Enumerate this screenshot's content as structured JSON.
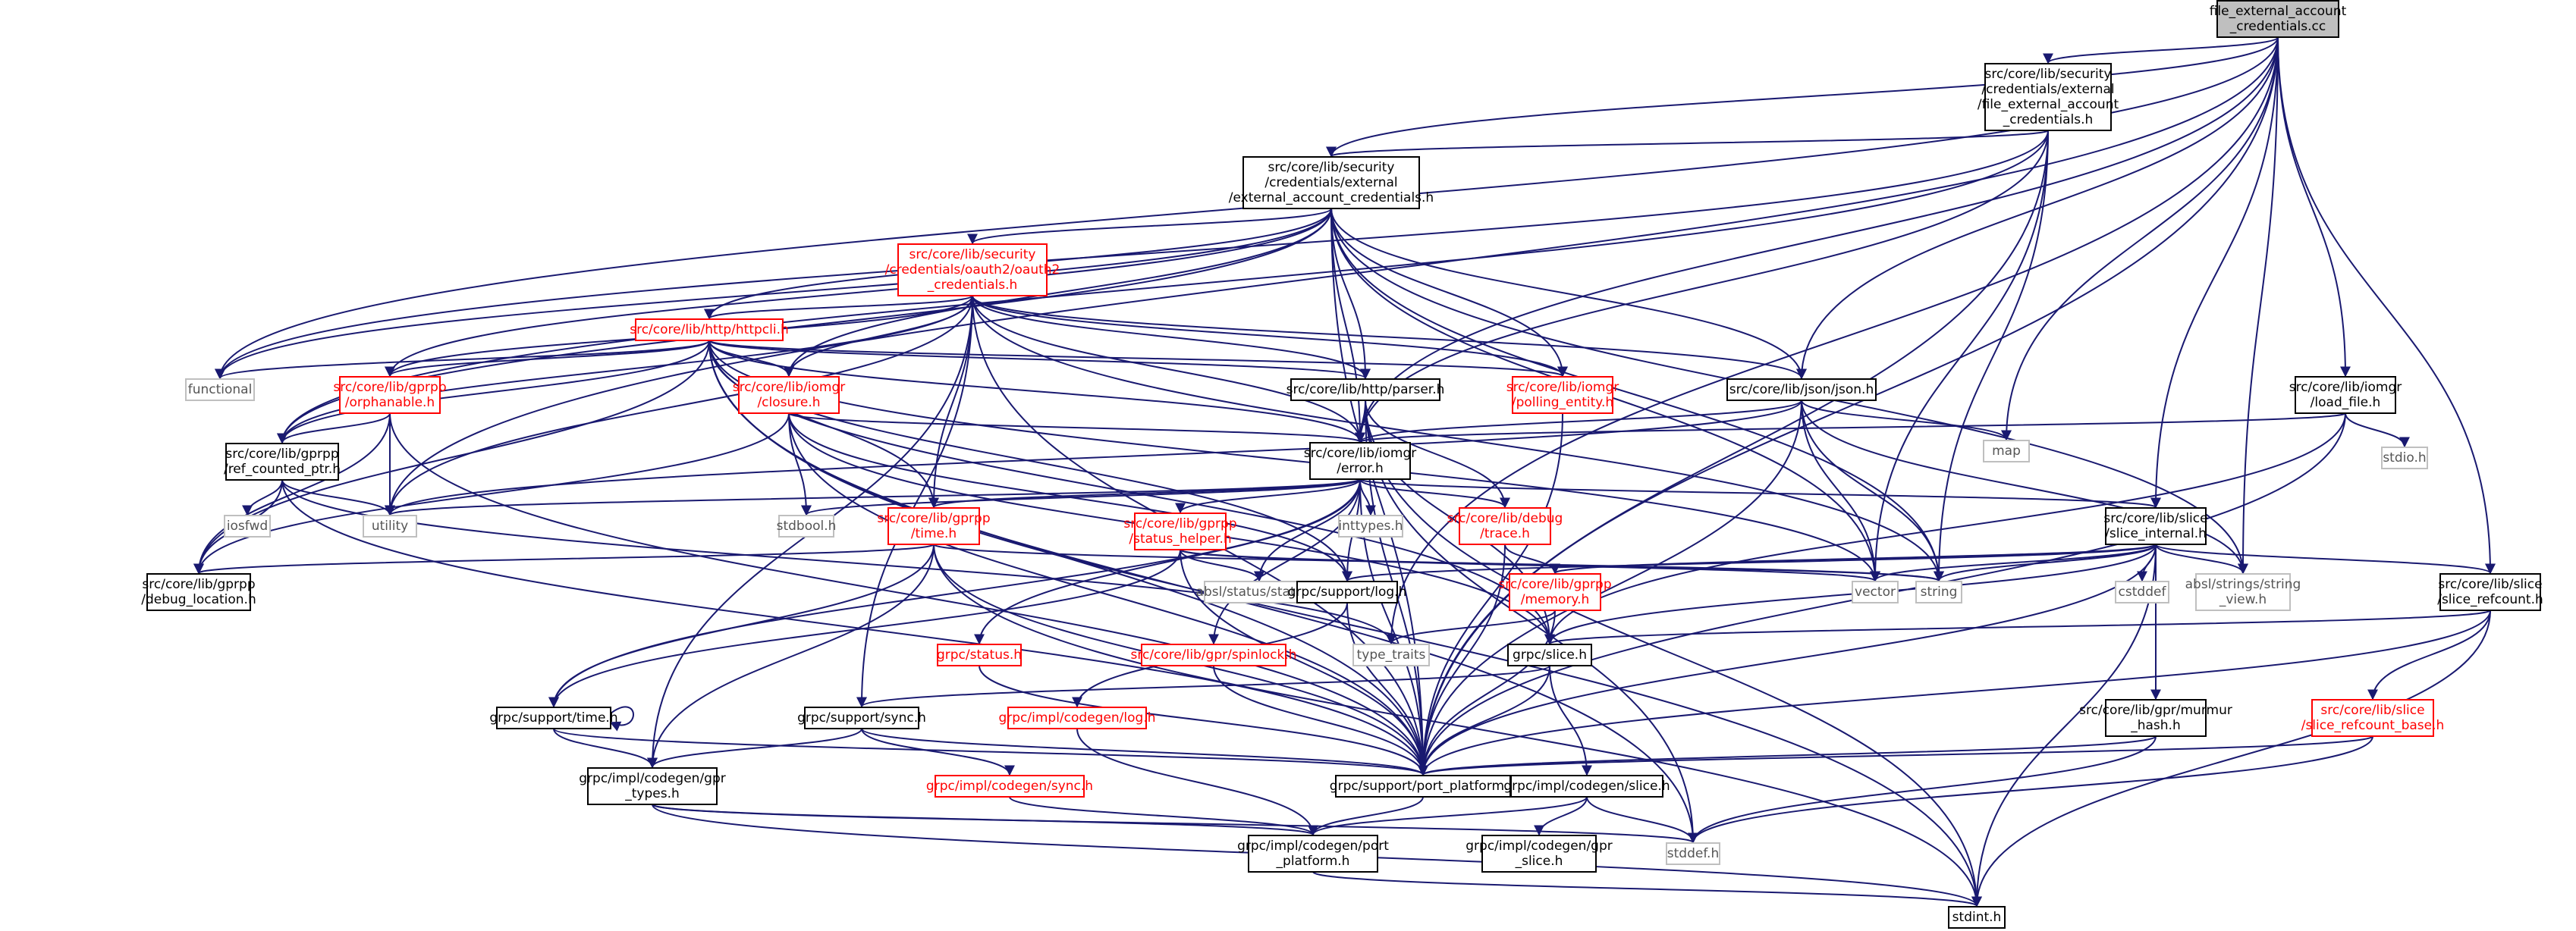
{
  "diagram": {
    "nodes": [
      {
        "id": "root",
        "lines": [
          "file_external_account",
          "_credentials.cc"
        ],
        "style": "root"
      },
      {
        "id": "fea",
        "lines": [
          "src/core/lib/security",
          "/credentials/external",
          "/file_external_account",
          "_credentials.h"
        ],
        "style": "normal"
      },
      {
        "id": "eac",
        "lines": [
          "src/core/lib/security",
          "/credentials/external",
          "/external_account_credentials.h"
        ],
        "style": "normal"
      },
      {
        "id": "oauth2",
        "lines": [
          "src/core/lib/security",
          "/credentials/oauth2/oauth2",
          "_credentials.h"
        ],
        "style": "red"
      },
      {
        "id": "httpcli",
        "lines": [
          "src/core/lib/http/httpcli.h"
        ],
        "style": "red"
      },
      {
        "id": "functional",
        "lines": [
          "functional"
        ],
        "style": "gray"
      },
      {
        "id": "orphanable",
        "lines": [
          "src/core/lib/gprpp",
          "/orphanable.h"
        ],
        "style": "red"
      },
      {
        "id": "closure",
        "lines": [
          "src/core/lib/iomgr",
          "/closure.h"
        ],
        "style": "red"
      },
      {
        "id": "parser",
        "lines": [
          "src/core/lib/http/parser.h"
        ],
        "style": "normal"
      },
      {
        "id": "polling",
        "lines": [
          "src/core/lib/iomgr",
          "/polling_entity.h"
        ],
        "style": "red"
      },
      {
        "id": "json",
        "lines": [
          "src/core/lib/json/json.h"
        ],
        "style": "normal"
      },
      {
        "id": "loadfile",
        "lines": [
          "src/core/lib/iomgr",
          "/load_file.h"
        ],
        "style": "normal"
      },
      {
        "id": "map",
        "lines": [
          "map"
        ],
        "style": "gray"
      },
      {
        "id": "stdio",
        "lines": [
          "stdio.h"
        ],
        "style": "gray"
      },
      {
        "id": "refcounted",
        "lines": [
          "src/core/lib/gprpp",
          "/ref_counted_ptr.h"
        ],
        "style": "normal"
      },
      {
        "id": "iosfwd",
        "lines": [
          "iosfwd"
        ],
        "style": "gray"
      },
      {
        "id": "utility",
        "lines": [
          "utility"
        ],
        "style": "gray"
      },
      {
        "id": "debugloc",
        "lines": [
          "src/core/lib/gprpp",
          "/debug_location.h"
        ],
        "style": "normal"
      },
      {
        "id": "error",
        "lines": [
          "src/core/lib/iomgr",
          "/error.h"
        ],
        "style": "normal"
      },
      {
        "id": "stdbool",
        "lines": [
          "stdbool.h"
        ],
        "style": "gray"
      },
      {
        "id": "gtime",
        "lines": [
          "src/core/lib/gprpp",
          "/time.h"
        ],
        "style": "red"
      },
      {
        "id": "statushelper",
        "lines": [
          "src/core/lib/gprpp",
          "/status_helper.h"
        ],
        "style": "red"
      },
      {
        "id": "inttypes",
        "lines": [
          "inttypes.h"
        ],
        "style": "gray"
      },
      {
        "id": "trace",
        "lines": [
          "src/core/lib/debug",
          "/trace.h"
        ],
        "style": "red"
      },
      {
        "id": "sliceint",
        "lines": [
          "src/core/lib/slice",
          "/slice_internal.h"
        ],
        "style": "normal"
      },
      {
        "id": "abslstatus",
        "lines": [
          "absl/status/status.h"
        ],
        "style": "gray"
      },
      {
        "id": "log",
        "lines": [
          "grpc/support/log.h"
        ],
        "style": "normal"
      },
      {
        "id": "vector",
        "lines": [
          "vector"
        ],
        "style": "gray"
      },
      {
        "id": "string",
        "lines": [
          "string"
        ],
        "style": "gray"
      },
      {
        "id": "memory",
        "lines": [
          "src/core/lib/gprpp",
          "/memory.h"
        ],
        "style": "red"
      },
      {
        "id": "cstddef",
        "lines": [
          "cstddef"
        ],
        "style": "gray"
      },
      {
        "id": "stringview",
        "lines": [
          "absl/strings/string",
          "_view.h"
        ],
        "style": "gray"
      },
      {
        "id": "slicerefcount",
        "lines": [
          "src/core/lib/slice",
          "/slice_refcount.h"
        ],
        "style": "normal"
      },
      {
        "id": "typetraits",
        "lines": [
          "type_traits"
        ],
        "style": "gray"
      },
      {
        "id": "gslice",
        "lines": [
          "grpc/slice.h"
        ],
        "style": "normal"
      },
      {
        "id": "gstatus",
        "lines": [
          "grpc/status.h"
        ],
        "style": "red"
      },
      {
        "id": "spinlock",
        "lines": [
          "src/core/lib/gpr/spinlock.h"
        ],
        "style": "red"
      },
      {
        "id": "codegenlog",
        "lines": [
          "grpc/impl/codegen/log.h"
        ],
        "style": "red"
      },
      {
        "id": "gtimeh",
        "lines": [
          "grpc/support/time.h"
        ],
        "style": "normal"
      },
      {
        "id": "gsync",
        "lines": [
          "grpc/support/sync.h"
        ],
        "style": "normal"
      },
      {
        "id": "codegensync",
        "lines": [
          "grpc/impl/codegen/sync.h"
        ],
        "style": "red"
      },
      {
        "id": "murmur",
        "lines": [
          "src/core/lib/gpr/murmur",
          "_hash.h"
        ],
        "style": "normal"
      },
      {
        "id": "refcountbase",
        "lines": [
          "src/core/lib/slice",
          "/slice_refcount_base.h"
        ],
        "style": "red"
      },
      {
        "id": "gprtypes",
        "lines": [
          "grpc/impl/codegen/gpr",
          "_types.h"
        ],
        "style": "normal"
      },
      {
        "id": "portplatform",
        "lines": [
          "grpc/support/port_platform.h"
        ],
        "style": "normal"
      },
      {
        "id": "codegenslice",
        "lines": [
          "grpc/impl/codegen/slice.h"
        ],
        "style": "normal"
      },
      {
        "id": "stddef",
        "lines": [
          "stddef.h"
        ],
        "style": "gray"
      },
      {
        "id": "codegenport",
        "lines": [
          "grpc/impl/codegen/port",
          "_platform.h"
        ],
        "style": "normal"
      },
      {
        "id": "gprslice",
        "lines": [
          "grpc/impl/codegen/gpr",
          "_slice.h"
        ],
        "style": "normal"
      },
      {
        "id": "stdint",
        "lines": [
          "stdint.h"
        ],
        "style": "normal"
      }
    ],
    "edges": [
      [
        "root",
        "fea"
      ],
      [
        "root",
        "eac"
      ],
      [
        "root",
        "json"
      ],
      [
        "root",
        "loadfile"
      ],
      [
        "root",
        "map"
      ],
      [
        "root",
        "sliceint"
      ],
      [
        "root",
        "stringview"
      ],
      [
        "root",
        "slicerefcount"
      ],
      [
        "root",
        "portplatform"
      ],
      [
        "root",
        "functional"
      ],
      [
        "root",
        "error"
      ],
      [
        "root",
        "utility"
      ],
      [
        "root",
        "typetraits"
      ],
      [
        "fea",
        "eac"
      ],
      [
        "fea",
        "functional"
      ],
      [
        "fea",
        "refcounted"
      ],
      [
        "fea",
        "error"
      ],
      [
        "fea",
        "vector"
      ],
      [
        "fea",
        "string"
      ],
      [
        "fea",
        "portplatform"
      ],
      [
        "eac",
        "oauth2"
      ],
      [
        "eac",
        "httpcli"
      ],
      [
        "eac",
        "closure"
      ],
      [
        "eac",
        "parser"
      ],
      [
        "eac",
        "polling"
      ],
      [
        "eac",
        "json"
      ],
      [
        "eac",
        "error"
      ],
      [
        "eac",
        "functional"
      ],
      [
        "eac",
        "refcounted"
      ],
      [
        "eac",
        "orphanable"
      ],
      [
        "eac",
        "vector"
      ],
      [
        "eac",
        "string"
      ],
      [
        "eac",
        "stringview"
      ],
      [
        "eac",
        "portplatform"
      ],
      [
        "oauth2",
        "httpcli"
      ],
      [
        "oauth2",
        "orphanable"
      ],
      [
        "oauth2",
        "closure"
      ],
      [
        "oauth2",
        "parser"
      ],
      [
        "oauth2",
        "polling"
      ],
      [
        "oauth2",
        "json"
      ],
      [
        "oauth2",
        "error"
      ],
      [
        "oauth2",
        "gtime"
      ],
      [
        "oauth2",
        "refcounted"
      ],
      [
        "oauth2",
        "utility"
      ],
      [
        "oauth2",
        "string"
      ],
      [
        "oauth2",
        "gsync"
      ],
      [
        "oauth2",
        "portplatform"
      ],
      [
        "oauth2",
        "gprtypes"
      ],
      [
        "httpcli",
        "functional"
      ],
      [
        "httpcli",
        "orphanable"
      ],
      [
        "httpcli",
        "closure"
      ],
      [
        "httpcli",
        "parser"
      ],
      [
        "httpcli",
        "polling"
      ],
      [
        "httpcli",
        "error"
      ],
      [
        "httpcli",
        "gtime"
      ],
      [
        "httpcli",
        "refcounted"
      ],
      [
        "httpcli",
        "debugloc"
      ],
      [
        "httpcli",
        "vector"
      ],
      [
        "httpcli",
        "gslice"
      ],
      [
        "httpcli",
        "log"
      ],
      [
        "httpcli",
        "portplatform"
      ],
      [
        "httpcli",
        "stddef"
      ],
      [
        "httpcli",
        "stdint"
      ],
      [
        "orphanable",
        "refcounted"
      ],
      [
        "orphanable",
        "debugloc"
      ],
      [
        "orphanable",
        "utility"
      ],
      [
        "orphanable",
        "portplatform"
      ],
      [
        "closure",
        "error"
      ],
      [
        "closure",
        "stdbool"
      ],
      [
        "closure",
        "debugloc"
      ],
      [
        "closure",
        "log"
      ],
      [
        "closure",
        "portplatform"
      ],
      [
        "closure",
        "gslice"
      ],
      [
        "parser",
        "error"
      ],
      [
        "parser",
        "trace"
      ],
      [
        "parser",
        "gslice"
      ],
      [
        "parser",
        "portplatform"
      ],
      [
        "parser",
        "stdint"
      ],
      [
        "parser",
        "stddef"
      ],
      [
        "polling",
        "portplatform"
      ],
      [
        "json",
        "error"
      ],
      [
        "json",
        "map"
      ],
      [
        "json",
        "string"
      ],
      [
        "json",
        "vector"
      ],
      [
        "json",
        "stringview"
      ],
      [
        "json",
        "utility"
      ],
      [
        "json",
        "portplatform"
      ],
      [
        "loadfile",
        "error"
      ],
      [
        "loadfile",
        "stdio"
      ],
      [
        "loadfile",
        "gslice"
      ],
      [
        "loadfile",
        "portplatform"
      ],
      [
        "refcounted",
        "iosfwd"
      ],
      [
        "refcounted",
        "utility"
      ],
      [
        "refcounted",
        "debugloc"
      ],
      [
        "refcounted",
        "typetraits"
      ],
      [
        "refcounted",
        "portplatform"
      ],
      [
        "error",
        "stdbool"
      ],
      [
        "error",
        "inttypes"
      ],
      [
        "error",
        "gtime"
      ],
      [
        "error",
        "statushelper"
      ],
      [
        "error",
        "trace"
      ],
      [
        "error",
        "sliceint"
      ],
      [
        "error",
        "abslstatus"
      ],
      [
        "error",
        "log"
      ],
      [
        "error",
        "gstatus"
      ],
      [
        "error",
        "spinlock"
      ],
      [
        "error",
        "gtimeh"
      ],
      [
        "error",
        "portplatform"
      ],
      [
        "error",
        "utility"
      ],
      [
        "gtime",
        "string"
      ],
      [
        "gtime",
        "gtimeh"
      ],
      [
        "gtime",
        "portplatform"
      ],
      [
        "gtime",
        "gprtypes"
      ],
      [
        "gtime",
        "stdint"
      ],
      [
        "gtime",
        "debugloc"
      ],
      [
        "statushelper",
        "abslstatus"
      ],
      [
        "statushelper",
        "string"
      ],
      [
        "statushelper",
        "vector"
      ],
      [
        "statushelper",
        "portplatform"
      ],
      [
        "statushelper",
        "gtimeh"
      ],
      [
        "trace",
        "memory"
      ],
      [
        "trace",
        "portplatform"
      ],
      [
        "sliceint",
        "string"
      ],
      [
        "sliceint",
        "vector"
      ],
      [
        "sliceint",
        "cstddef"
      ],
      [
        "sliceint",
        "stringview"
      ],
      [
        "sliceint",
        "slicerefcount"
      ],
      [
        "sliceint",
        "memory"
      ],
      [
        "sliceint",
        "log"
      ],
      [
        "sliceint",
        "gslice"
      ],
      [
        "sliceint",
        "murmur"
      ],
      [
        "sliceint",
        "portplatform"
      ],
      [
        "sliceint",
        "stdint"
      ],
      [
        "log",
        "codegenlog"
      ],
      [
        "log",
        "portplatform"
      ],
      [
        "memory",
        "typetraits"
      ],
      [
        "memory",
        "portplatform"
      ],
      [
        "slicerefcount",
        "refcountbase"
      ],
      [
        "slicerefcount",
        "gslice"
      ],
      [
        "slicerefcount",
        "portplatform"
      ],
      [
        "slicerefcount",
        "stdint"
      ],
      [
        "gslice",
        "gsync"
      ],
      [
        "gslice",
        "codegenslice"
      ],
      [
        "gslice",
        "portplatform"
      ],
      [
        "gstatus",
        "portplatform"
      ],
      [
        "spinlock",
        "portplatform"
      ],
      [
        "codegenlog",
        "codegenport"
      ],
      [
        "gtimeh",
        "gprtypes"
      ],
      [
        "gtimeh",
        "portplatform"
      ],
      [
        "gtimeh",
        "gtimeh"
      ],
      [
        "gsync",
        "codegensync"
      ],
      [
        "gsync",
        "gprtypes"
      ],
      [
        "gsync",
        "portplatform"
      ],
      [
        "codegensync",
        "codegenport"
      ],
      [
        "murmur",
        "portplatform"
      ],
      [
        "murmur",
        "stddef"
      ],
      [
        "refcountbase",
        "portplatform"
      ],
      [
        "refcountbase",
        "stddef"
      ],
      [
        "gprtypes",
        "codegenport"
      ],
      [
        "gprtypes",
        "stddef"
      ],
      [
        "gprtypes",
        "stdint"
      ],
      [
        "portplatform",
        "codegenport"
      ],
      [
        "codegenslice",
        "gprslice"
      ],
      [
        "codegenslice",
        "stddef"
      ],
      [
        "codegenslice",
        "codegenport"
      ],
      [
        "codegenport",
        "stdint"
      ]
    ]
  },
  "colors": {
    "edge": "#191970",
    "root_fill": "#bfbfbf",
    "normal_stroke": "#000000",
    "red_stroke": "#ff0000",
    "gray_stroke": "#bfbfbf",
    "gray_text": "#555555"
  }
}
